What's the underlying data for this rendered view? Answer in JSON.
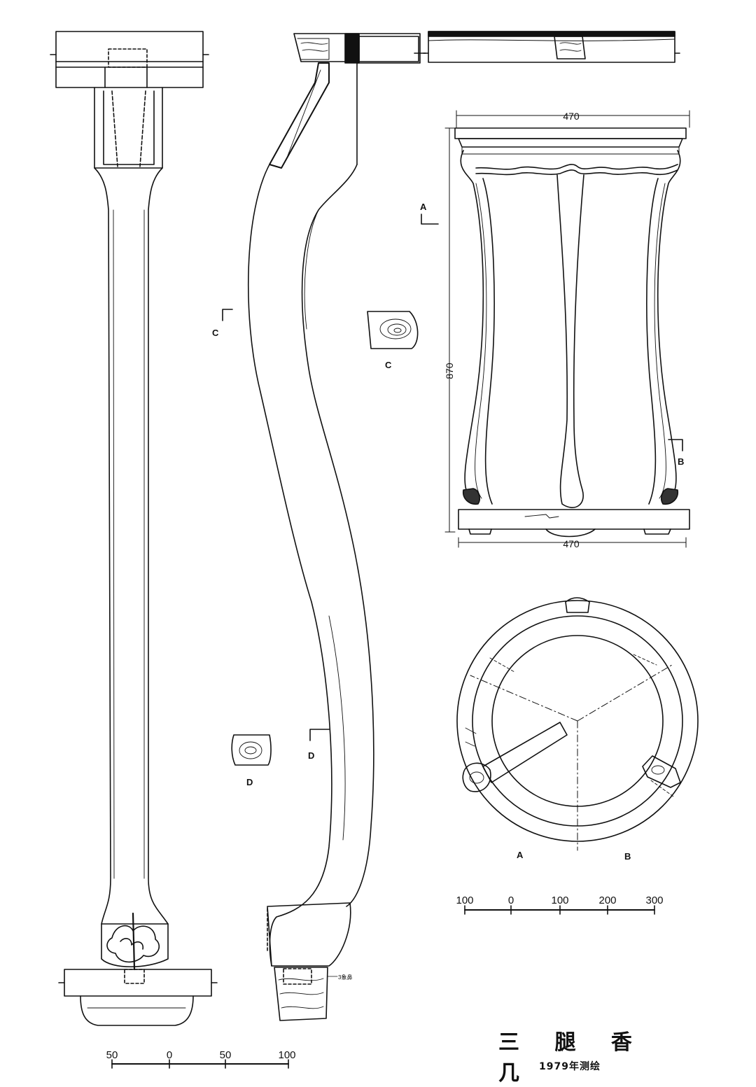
{
  "title": "三 腿 香 几",
  "subtitle": "1979年测绘",
  "dimensions": {
    "top_width": "470",
    "bottom_width": "470",
    "height": "870"
  },
  "section_labels": {
    "a": "A",
    "b": "B",
    "c": "C",
    "d": "D",
    "plan_a": "A",
    "plan_b": "B"
  },
  "joint_note": "3象鼻",
  "scale_bar_left": {
    "ticks": [
      "50",
      "0",
      "50",
      "100"
    ]
  },
  "scale_bar_right": {
    "ticks": [
      "100",
      "0",
      "100",
      "200",
      "300"
    ]
  },
  "colors": {
    "ink": "#111111",
    "paper": "#ffffff"
  }
}
